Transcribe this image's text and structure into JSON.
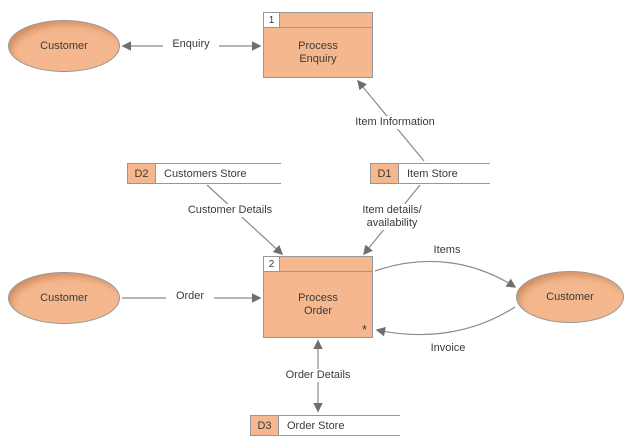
{
  "diagram": {
    "colors": {
      "shape_fill": "#f5b88e",
      "shape_border": "#979797",
      "line": "#8a8a8a",
      "arrowhead": "#6e6e6e",
      "text": "#3a3a3a"
    },
    "externals": {
      "customer_top": {
        "label": "Customer"
      },
      "customer_left": {
        "label": "Customer"
      },
      "customer_right": {
        "label": "Customer"
      }
    },
    "processes": {
      "process_enquiry": {
        "number": "1",
        "label": "Process Enquiry"
      },
      "process_order": {
        "number": "2",
        "label": "Process Order",
        "marker": "*"
      }
    },
    "stores": {
      "d2": {
        "id": "D2",
        "label": "Customers Store"
      },
      "d1": {
        "id": "D1",
        "label": "Item Store"
      },
      "d3": {
        "id": "D3",
        "label": "Order Store"
      }
    },
    "flows": {
      "enquiry": "Enquiry",
      "item_information": "Item Information",
      "customer_details": "Customer Details",
      "item_details": "Item details/ availability",
      "order": "Order",
      "items": "Items",
      "invoice": "Invoice",
      "order_details": "Order Details"
    }
  }
}
